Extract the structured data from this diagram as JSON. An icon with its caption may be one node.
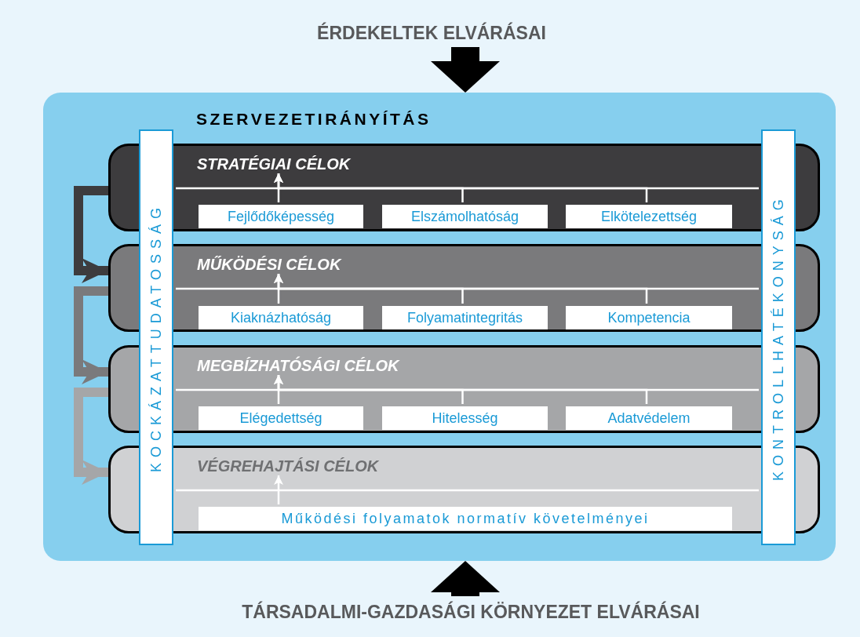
{
  "diagram": {
    "nodes": [
      {
        "text": [
          "ÉRDEKELTEK ELVÁRÁSAI"
        ]
      },
      {
        "text": [
          "SZERVEZETIRÁNYÍTÁS"
        ]
      },
      {
        "text": [
          "STRATÉGIAI CÉLOK"
        ],
        "in": 1
      },
      {
        "text": [
          "Fejlődőképesség"
        ],
        "in": 2
      },
      {
        "text": [
          "Elszámolhatóság"
        ],
        "in": 2
      },
      {
        "text": [
          "Elkötelezettség"
        ],
        "in": 2
      },
      {
        "text": [
          "MŰKÖDÉSI CÉLOK"
        ],
        "in": 1
      },
      {
        "text": [
          "Kiaknázhatóság"
        ],
        "in": 6
      },
      {
        "text": [
          "Folyamatintegritás"
        ],
        "in": 6
      },
      {
        "text": [
          "Kompetencia"
        ],
        "in": 6
      },
      {
        "text": [
          "MEGBÍZHATÓSÁGI CÉLOK"
        ],
        "in": 1
      },
      {
        "text": [
          "Elégedettség"
        ],
        "in": 10
      },
      {
        "text": [
          "Hitelesség"
        ],
        "in": 10
      },
      {
        "text": [
          "Adatvédelem"
        ],
        "in": 10
      },
      {
        "text": [
          "VÉGREHAJTÁSI CÉLOK"
        ],
        "in": 1
      },
      {
        "text": [
          "Működési folyamatok normatív követelményei"
        ],
        "in": 14
      },
      {
        "text": [
          "KOCKÁZATTUDATOSSÁG"
        ],
        "in": 1
      },
      {
        "text": [
          "KONTROLLHATÉKONYSÁG"
        ],
        "in": 1
      },
      {
        "text": [
          "TÁRSADALMI-GAZDASÁGI KÖRNYEZET ELVÁRÁSAI"
        ]
      }
    ],
    "edges": [
      {
        "from": 0,
        "to": 1,
        "arrow": "to",
        "style": "thick",
        "color": "#000000"
      },
      {
        "from": 18,
        "to": 1,
        "arrow": "to",
        "style": "thick",
        "color": "#000000"
      },
      {
        "from": 2,
        "to": 6,
        "arrow": "to",
        "style": "thick",
        "color": "#3d3c3e"
      },
      {
        "from": 6,
        "to": 10,
        "arrow": "to",
        "style": "thick",
        "color": "#7a7a7c"
      },
      {
        "from": 10,
        "to": 14,
        "arrow": "to",
        "style": "thick",
        "color": "#a5a6a8"
      },
      {
        "from": 3,
        "to": 2,
        "arrow": "to"
      },
      {
        "from": 4,
        "to": 2,
        "arrow": "to"
      },
      {
        "from": 5,
        "to": 2,
        "arrow": "to"
      },
      {
        "from": 7,
        "to": 6,
        "arrow": "to"
      },
      {
        "from": 8,
        "to": 6,
        "arrow": "to"
      },
      {
        "from": 9,
        "to": 6,
        "arrow": "to"
      },
      {
        "from": 11,
        "to": 10,
        "arrow": "to"
      },
      {
        "from": 12,
        "to": 10,
        "arrow": "to"
      },
      {
        "from": 13,
        "to": 10,
        "arrow": "to"
      },
      {
        "from": 15,
        "to": 14,
        "arrow": "to"
      }
    ]
  }
}
